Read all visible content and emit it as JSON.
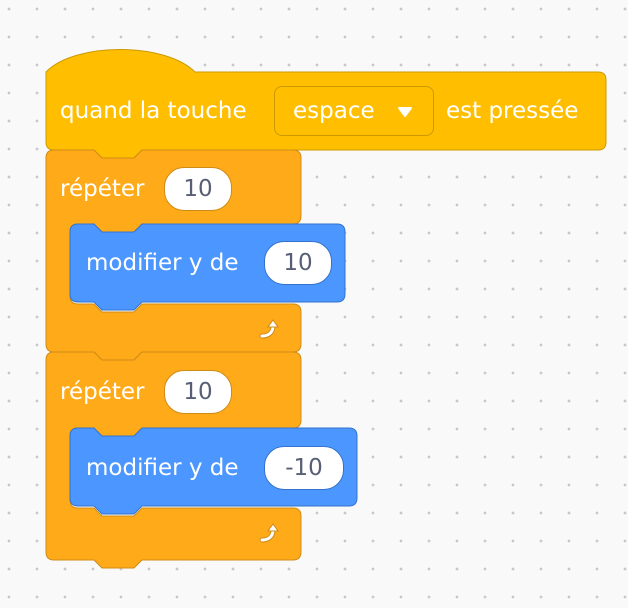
{
  "hat_block": {
    "label_before": "quand la touche",
    "key_dropdown": "espace",
    "label_after": "est pressée"
  },
  "loops": [
    {
      "label": "répéter",
      "count": "10",
      "inner_block": {
        "label": "modifier y de",
        "value": "10"
      }
    },
    {
      "label": "répéter",
      "count": "10",
      "inner_block": {
        "label": "modifier y de",
        "value": "-10"
      }
    }
  ],
  "colors": {
    "events": "#ffbf00",
    "control": "#ffab19",
    "motion": "#4c97ff",
    "workspace": "#f9f9f9",
    "dots": "#c9c9c9"
  },
  "icons": {
    "dropdown": "triangle-down-icon",
    "loop": "loop-arrow-icon"
  }
}
